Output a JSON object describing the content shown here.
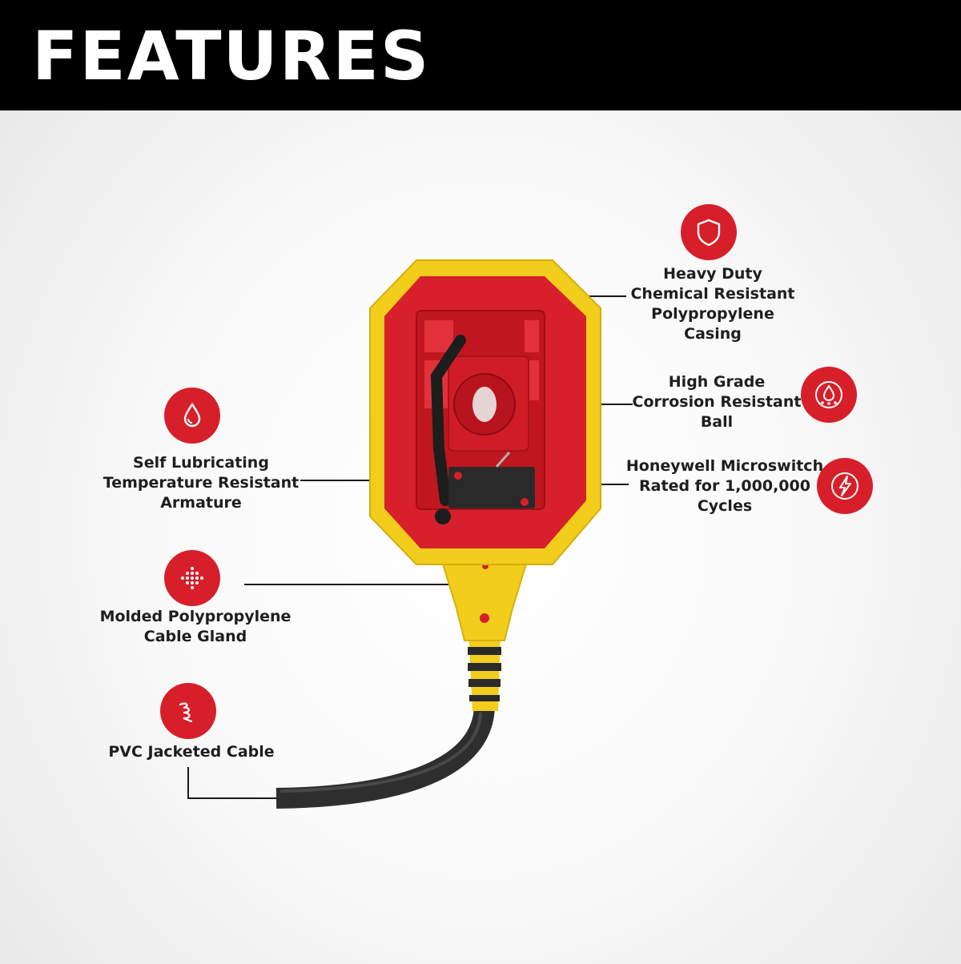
{
  "header": {
    "title": "FEATURES"
  },
  "features": {
    "casing": {
      "lines": [
        "Heavy Duty",
        "Chemical Resistant",
        "Polypropylene",
        "Casing"
      ],
      "icon": "shield-icon"
    },
    "ball": {
      "lines": [
        "High Grade",
        "Corrosion Resistant",
        "Ball"
      ],
      "icon": "water-drop-bubbles-icon"
    },
    "microswitch": {
      "lines": [
        "Honeywell Microswitch",
        "Rated for 1,000,000",
        "Cycles"
      ],
      "icon": "lightning-bolt-icon"
    },
    "armature": {
      "lines": [
        "Self Lubricating",
        "Temperature Resistant",
        "Armature"
      ],
      "icon": "water-drop-icon"
    },
    "gland": {
      "lines": [
        "Molded Polypropylene",
        "Cable Gland"
      ],
      "icon": "dot-pattern-icon"
    },
    "cable": {
      "lines": [
        "PVC Jacketed Cable"
      ],
      "icon": "coiled-cable-icon"
    }
  },
  "colors": {
    "accent": "#d71f2a",
    "casing_yellow": "#f2cd1b",
    "casing_red": "#d7202b",
    "header": "#000000"
  }
}
